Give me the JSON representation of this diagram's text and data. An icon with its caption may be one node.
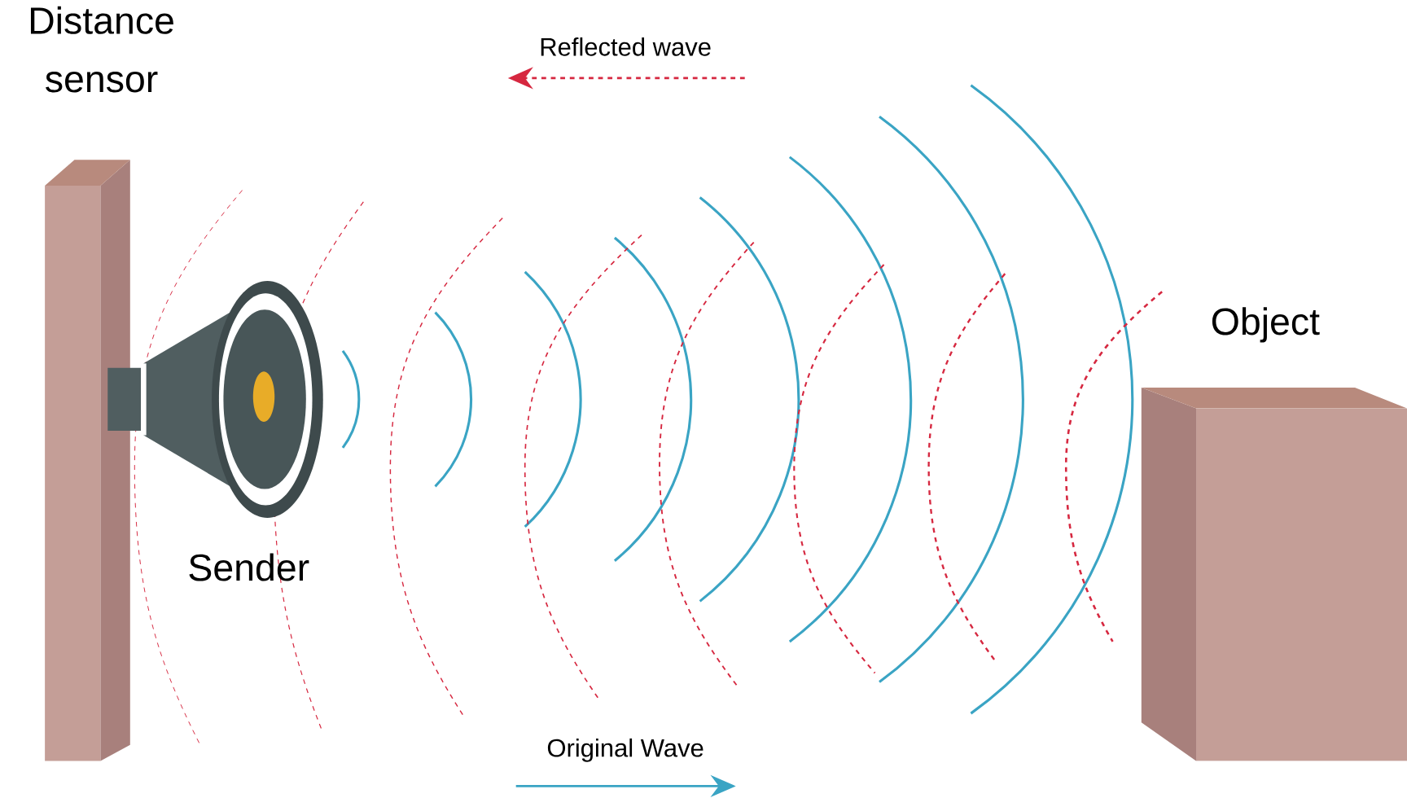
{
  "diagram": {
    "nodes": [
      {
        "text": [
          "Distance sensor"
        ]
      },
      {
        "text": [
          "Sender"
        ]
      },
      {
        "text": [
          "Object"
        ]
      }
    ],
    "legend": [
      {
        "text": "Reflected wave"
      },
      {
        "text": "Original Wave"
      }
    ]
  }
}
